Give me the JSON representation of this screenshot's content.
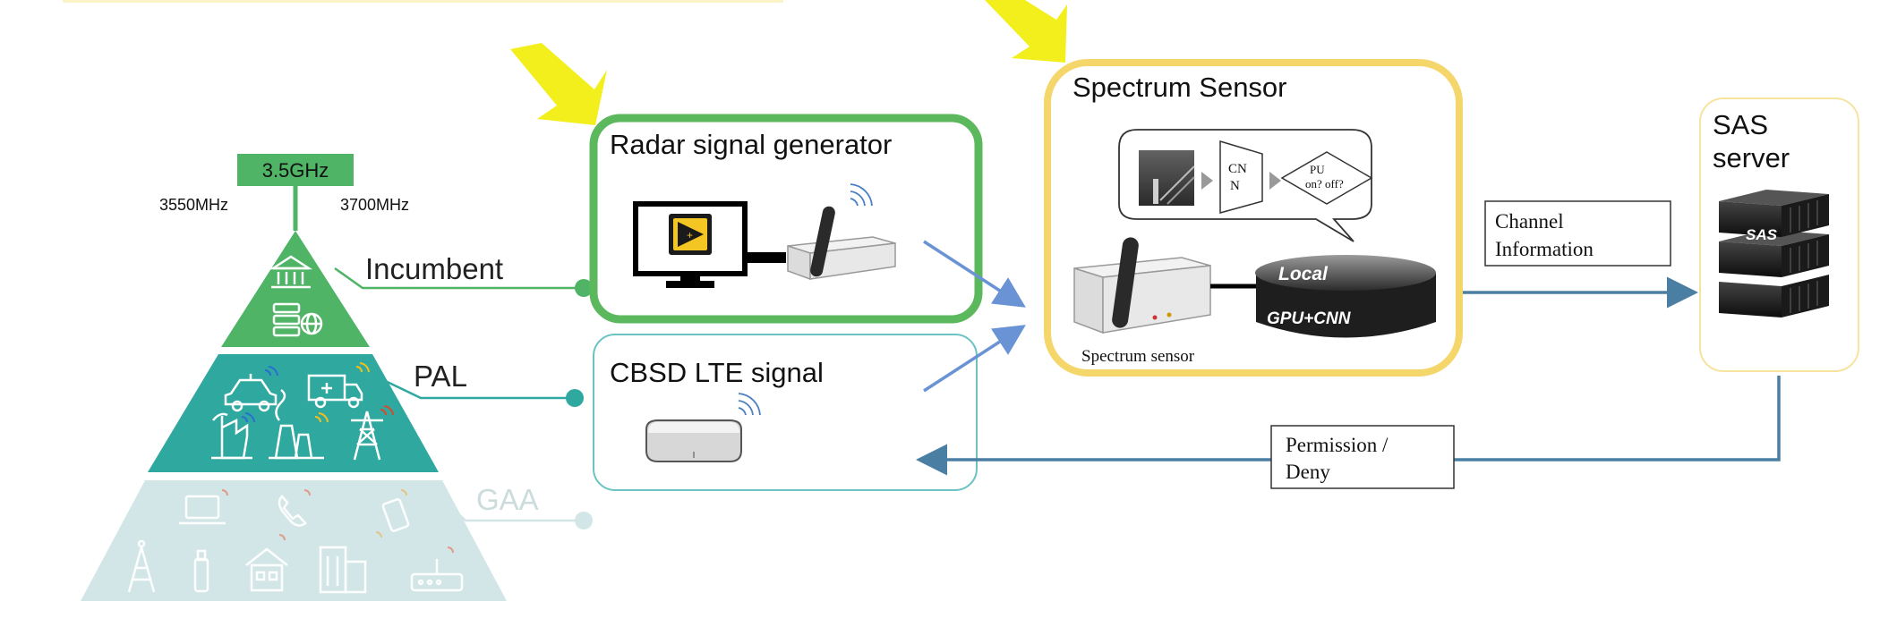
{
  "pyramid": {
    "band_label": "3.5GHz",
    "freq_low": "3550MHz",
    "freq_high": "3700MHz",
    "tiers": [
      {
        "label": "Incumbent",
        "color": "#4fb466"
      },
      {
        "label": "PAL",
        "color": "#2fa8a0"
      },
      {
        "label": "GAA",
        "color": "#d3e6e7"
      }
    ]
  },
  "radar_box": {
    "title": "Radar signal generator",
    "border_color": "#5cb85c"
  },
  "cbsd_box": {
    "title": "CBSD LTE signal",
    "border_color": "#6cc3c3"
  },
  "spectrum_box": {
    "title": "Spectrum Sensor",
    "border_color": "#f5d66b",
    "cnn_label": "CN\nN",
    "decision_label": "PU\non? off?",
    "device_caption": "Spectrum sensor",
    "local_label": "Local",
    "gpu_label": "GPU+CNN"
  },
  "sas_box": {
    "title_line1": "SAS",
    "title_line2": "server",
    "rack_label": "SAS",
    "border_color": "#f7e3a0"
  },
  "channel_info": {
    "line1": "Channel",
    "line2": "Information"
  },
  "permission": {
    "line1": "Permission /",
    "line2": "Deny"
  },
  "colors": {
    "highlight_arrow": "#f2ef1c",
    "signal_arrow": "#6a93d6",
    "flow_arrow": "#4a7ea3"
  },
  "icons": [
    "government-building-icon",
    "server-globe-icon",
    "police-car-icon",
    "ambulance-icon",
    "factory-icon",
    "power-plant-icon",
    "transmission-tower-icon",
    "laptop-icon",
    "phone-icon",
    "smartphone-icon",
    "cell-tower-icon",
    "usb-icon",
    "house-icon",
    "apartment-icon",
    "router-icon",
    "monitor-icon",
    "labview-icon",
    "sdr-device-icon",
    "wifi-icon",
    "lte-device-icon",
    "spectrogram-icon",
    "gpu-disk-icon",
    "sas-server-icon"
  ]
}
